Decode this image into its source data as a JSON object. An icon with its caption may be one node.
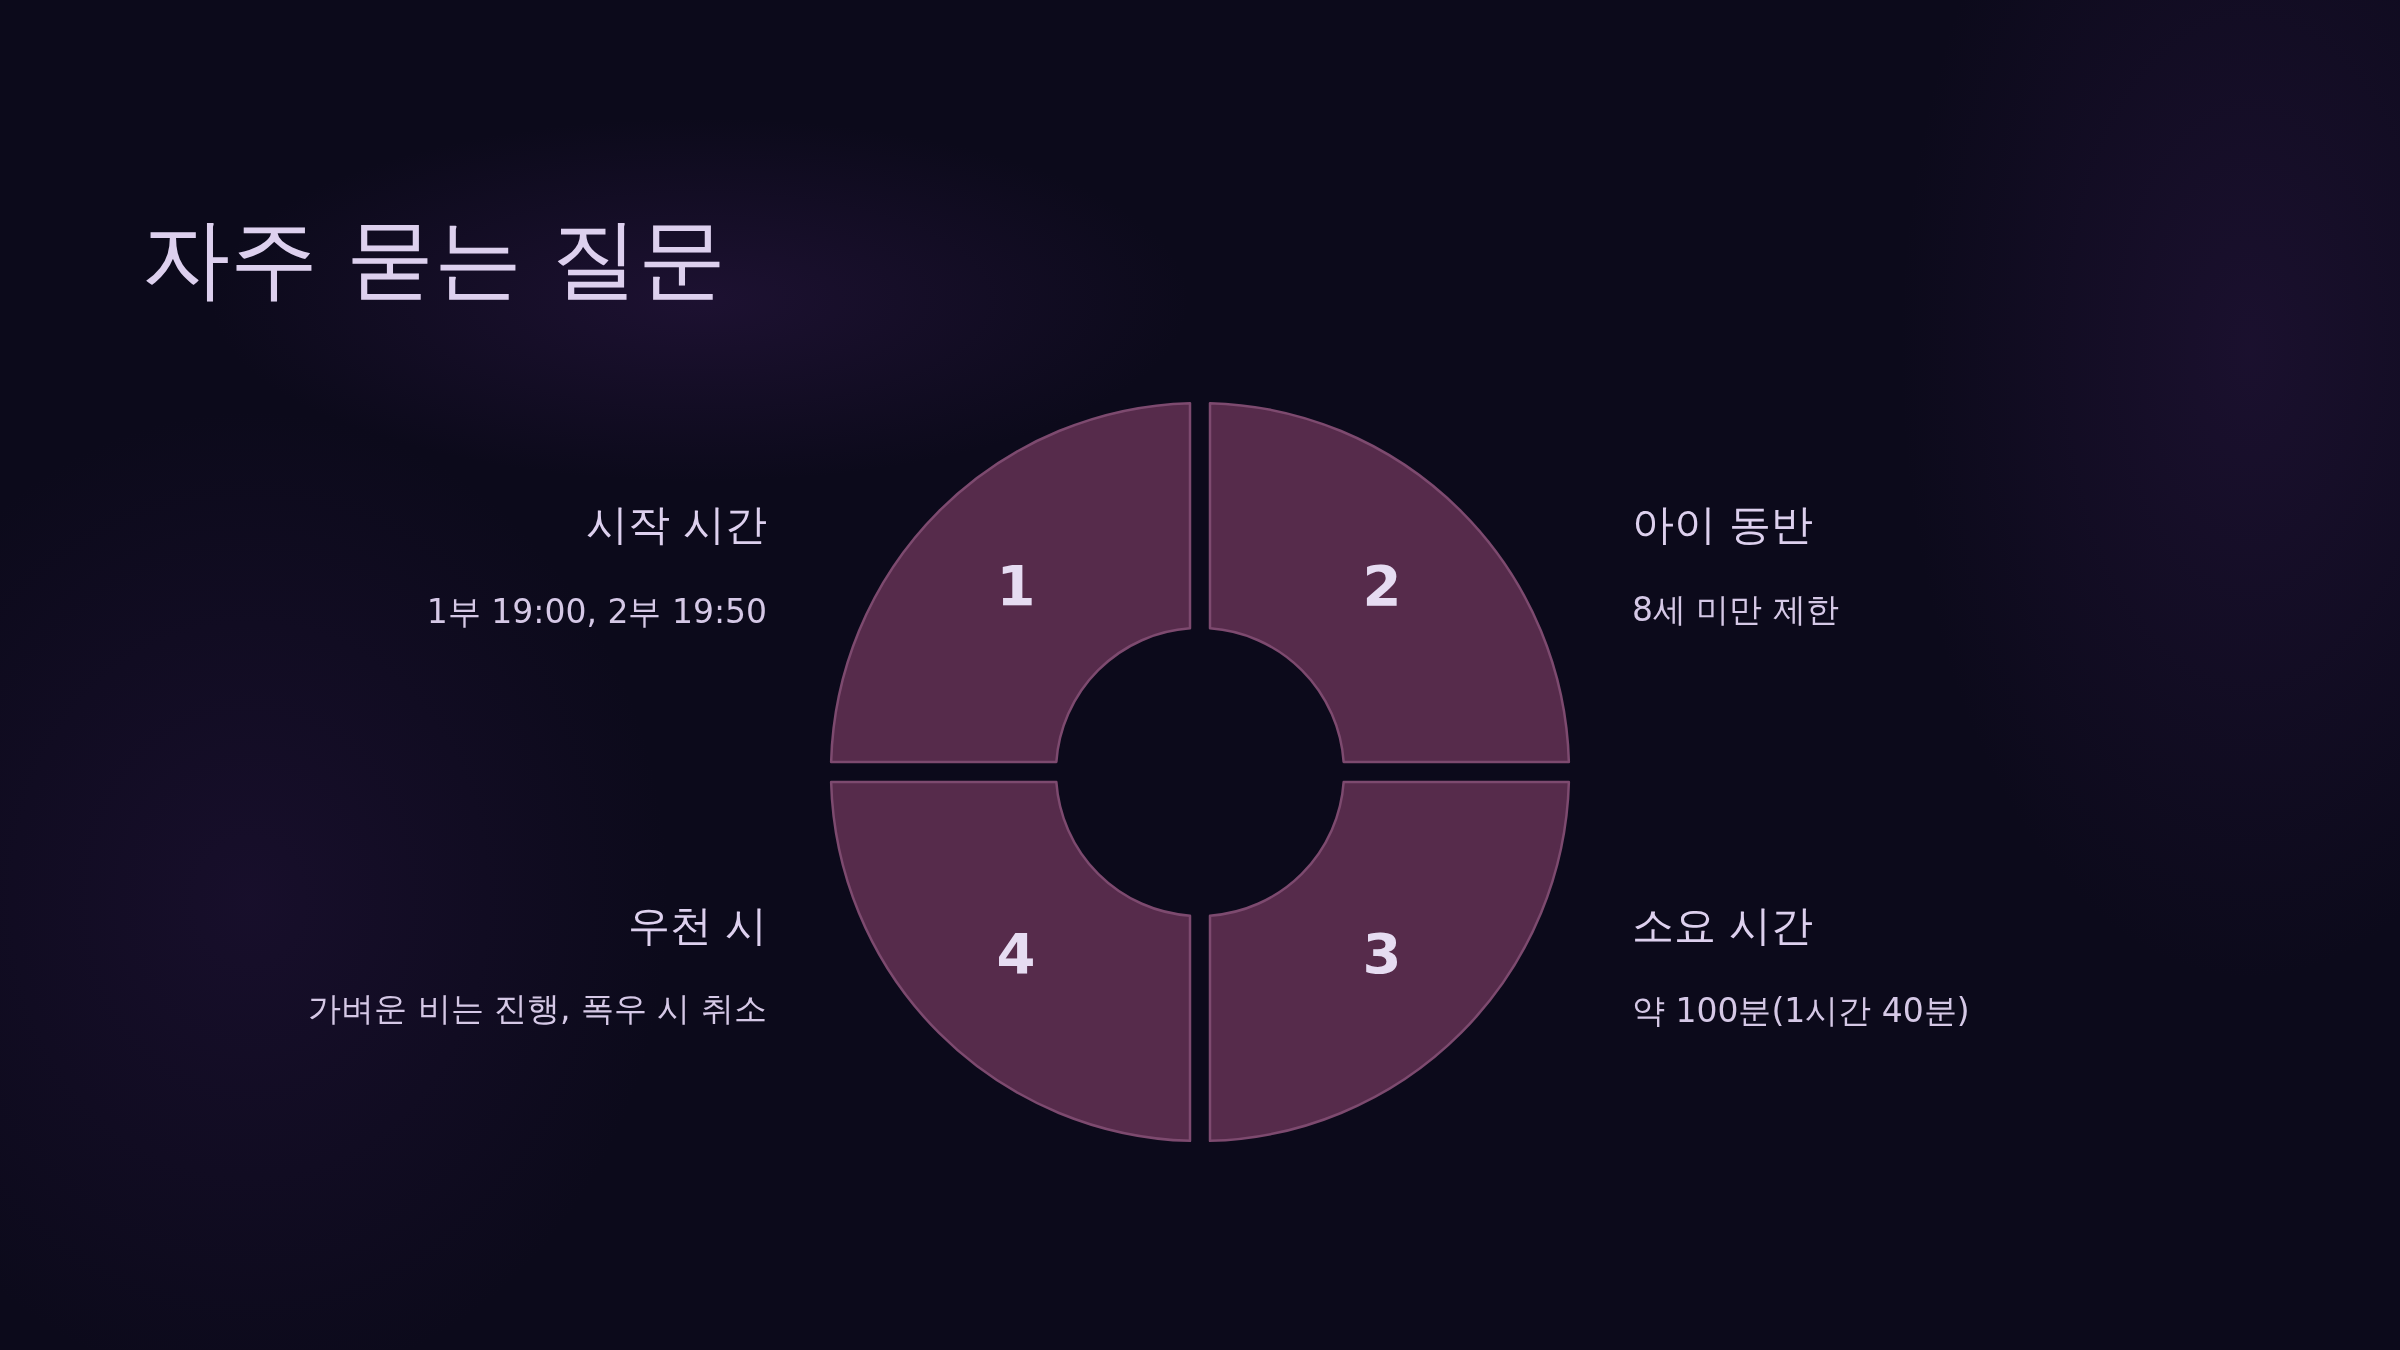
{
  "diagram": {
    "title": "자주 묻는 질문",
    "nodes": [
      {
        "text": [
          "1"
        ],
        "beside": [
          "시작 시간",
          "1부 19:00, 2부 19:50"
        ]
      },
      {
        "text": [
          "2"
        ],
        "beside": [
          "아이 동반",
          "8세 미만 제한"
        ]
      },
      {
        "text": [
          "3"
        ],
        "beside": [
          "소요 시간",
          "약 100분(1시간 40분)"
        ]
      },
      {
        "text": [
          "4"
        ],
        "beside": [
          "우천 시",
          "가벼운 비는 진행, 폭우 시 취소"
        ]
      }
    ],
    "edges": []
  }
}
